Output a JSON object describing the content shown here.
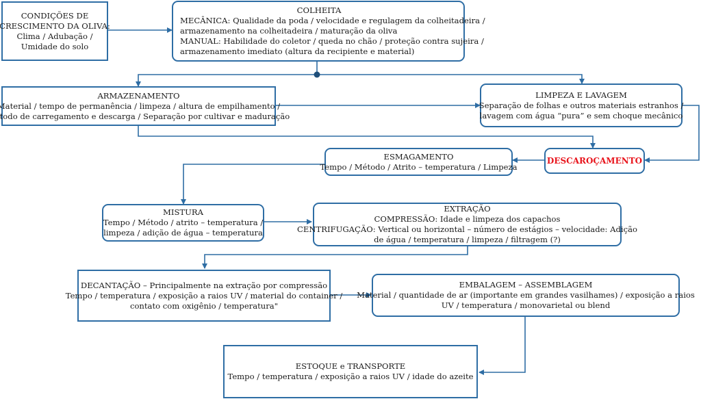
{
  "boxes": {
    "condicoes": {
      "title": "CONDIÇÕES DE",
      "lines": [
        "CRESCIMENTO DA OLIVA:",
        "Clima / Adubação /",
        "Umidade do solo"
      ]
    },
    "colheita": {
      "title": "COLHEITA",
      "lines": [
        "MECÂNICA: Qualidade da poda / velocidade e regulagem da colheitadeira /",
        "armazenamento na colheitadeira / maturação da oliva",
        "MANUAL: Habilidade do coletor / queda no chão / proteção contra sujeira /",
        "armazenamento imediato (altura da recipiente e material)"
      ]
    },
    "armazenamento": {
      "title": "ARMAZENAMENTO",
      "lines": [
        "Material / tempo de permanência / limpeza / altura de empilhamento /",
        "método de carregamento e descarga / Separação por cultivar e maduração"
      ]
    },
    "limpeza": {
      "title": "LIMPEZA E LAVAGEM",
      "lines": [
        "Separação de folhas e outros materiais estranhos /",
        "lavagem com água “pura” e sem choque mecânico"
      ]
    },
    "descaro": {
      "title": "DESCAROÇAMENTO"
    },
    "esmagamento": {
      "title": "ESMAGAMENTO",
      "lines": [
        "Tempo / Método / Atrito – temperatura / Limpeza"
      ]
    },
    "mistura": {
      "title": "MISTURA",
      "lines": [
        "Tempo / Método / atrito – temperatura /",
        "limpeza / adição de água – temperatura"
      ]
    },
    "extracao": {
      "title": "EXTRAÇÃO",
      "lines": [
        "COMPRESSÃO: Idade e limpeza dos capachos",
        "CENTRIFUGAÇÃO: Vertical ou horizontal – número de estágios – velocidade: Adição",
        "de água / temperatura / limpeza / filtragem (?)"
      ]
    },
    "decantacao": {
      "title": "DECANTAÇÃO – Principalmente na extração por compressão",
      "lines": [
        "Tempo / temperatura / exposição a raios UV / material do container /",
        "contato com oxigênio / temperatura\""
      ]
    },
    "embalagem": {
      "title": "EMBALAGEM – ASSEMBLAGEM",
      "lines": [
        "Material / quantidade de ar (importante em grandes vasilhames) / exposição a raios",
        "UV / temperatura / monovarietal ou blend"
      ]
    },
    "estoque": {
      "title": "ESTOQUE e TRANSPORTE",
      "lines": [
        "Tempo / temperatura / exposição a raios UV / idade do azeite"
      ]
    }
  },
  "colors": {
    "border": "#2e6da4",
    "accent_red": "#e8141c"
  }
}
